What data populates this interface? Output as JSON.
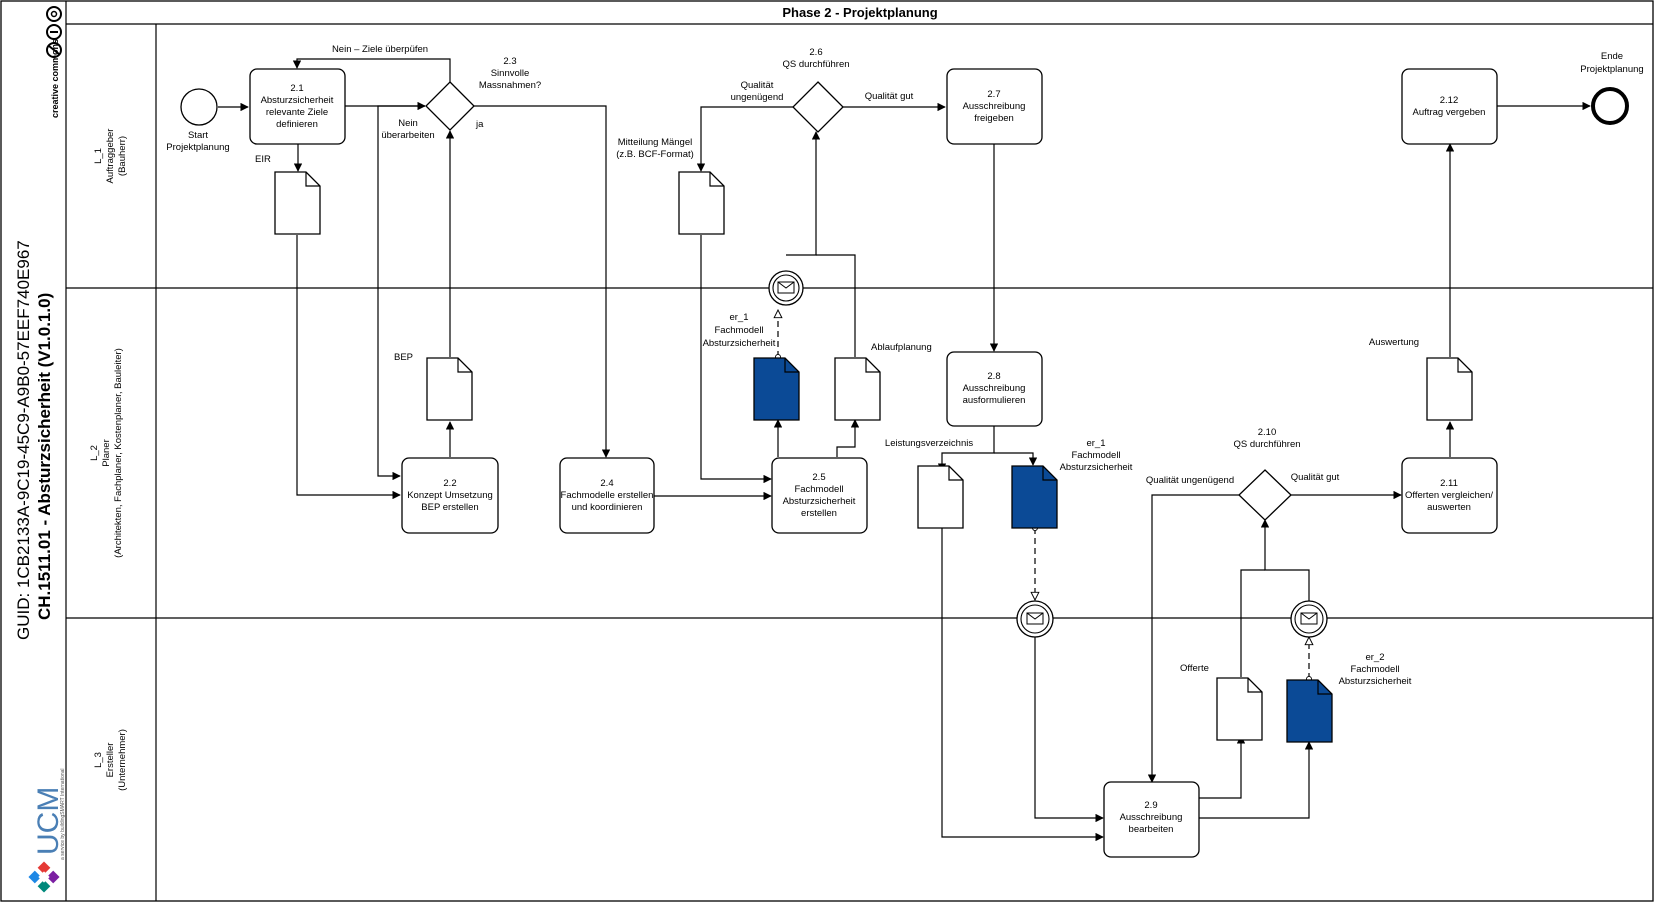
{
  "sidebar": {
    "guid": "GUID: 1CB2133A-9C19-45C9-A9B0-57EEF740E967",
    "process_title": "CH.1511.01 - Absturzsicherheit (V1.0.1.0)",
    "cc_text": "creative commons",
    "ucm_text": "UCM",
    "ucm_sub": "a service by buildingSMART International"
  },
  "phase": {
    "title": "Phase 2 - Projektplanung"
  },
  "lanes": [
    {
      "id": "L_1",
      "role": "Auftraggeber",
      "sub": "(Bauherr)"
    },
    {
      "id": "L_2",
      "role": "Planer",
      "sub": "(Architekten, Fachplaner, Kostenplaner, Bauleiter)"
    },
    {
      "id": "L_3",
      "role": "Ersteller",
      "sub": "(Unternehmer)"
    }
  ],
  "events": {
    "start": [
      "Start",
      "Projektplanung"
    ],
    "end": [
      "Ende",
      "Projektplanung"
    ]
  },
  "tasks": {
    "t2_1": [
      "2.1",
      "Absturzsicherheit",
      "relevante Ziele",
      "definieren"
    ],
    "t2_2": [
      "2.2",
      "Konzept Umsetzung",
      "BEP erstellen"
    ],
    "t2_4": [
      "2.4",
      "Fachmodelle erstellen",
      "und koordinieren"
    ],
    "t2_5": [
      "2.5",
      "Fachmodell",
      "Absturzsicherheit",
      "erstellen"
    ],
    "t2_7": [
      "2.7",
      "Ausschreibung",
      "freigeben"
    ],
    "t2_8": [
      "2.8",
      "Ausschreibung",
      "ausformulieren"
    ],
    "t2_9": [
      "2.9",
      "Ausschreibung",
      "bearbeiten"
    ],
    "t2_11": [
      "2.11",
      "Offerten vergleichen/",
      "auswerten"
    ],
    "t2_12": [
      "2.12",
      "Auftrag vergeben"
    ]
  },
  "gateways": {
    "g2_3": [
      "2.3",
      "Sinnvolle",
      "Massnahmen?"
    ],
    "g2_6": [
      "2.6",
      "QS durchführen"
    ],
    "g2_10": [
      "2.10",
      "QS durchführen"
    ]
  },
  "documents": {
    "eir": [
      "EIR"
    ],
    "bep": [
      "BEP"
    ],
    "maengel": [
      "Mitteilung Mängel",
      "(z.B. BCF-Format)"
    ],
    "er1_a": [
      "er_1",
      "Fachmodell",
      "Absturzsicherheit"
    ],
    "ablauf": [
      "Ablaufplanung"
    ],
    "lv": [
      "Leistungsverzeichnis"
    ],
    "er1_b": [
      "er_1",
      "Fachmodell",
      "Absturzsicherheit"
    ],
    "offerte": [
      "Offerte"
    ],
    "er2": [
      "er_2",
      "Fachmodell",
      "Absturzsicherheit"
    ],
    "auswertung": [
      "Auswertung"
    ]
  },
  "flow_labels": {
    "nein_ziele": [
      "Nein – Ziele überpüfen"
    ],
    "nein_ueberarbeiten": [
      "Nein",
      "überarbeiten"
    ],
    "ja": [
      "ja"
    ],
    "q_ungenuegend_1": [
      "Qualität",
      "ungenügend"
    ],
    "q_gut_1": [
      "Qualität gut"
    ],
    "q_ungenuegend_2": [
      "Qualität ungenügend"
    ],
    "q_gut_2": [
      "Qualität gut"
    ]
  },
  "colors": {
    "filled_document": "#0b4a96",
    "line": "#000000",
    "background": "#ffffff"
  },
  "icons": {
    "message_event": "envelope-icon",
    "cc_logo": "creative-commons-icon",
    "ucm_logo": "ucm-knot-icon"
  }
}
